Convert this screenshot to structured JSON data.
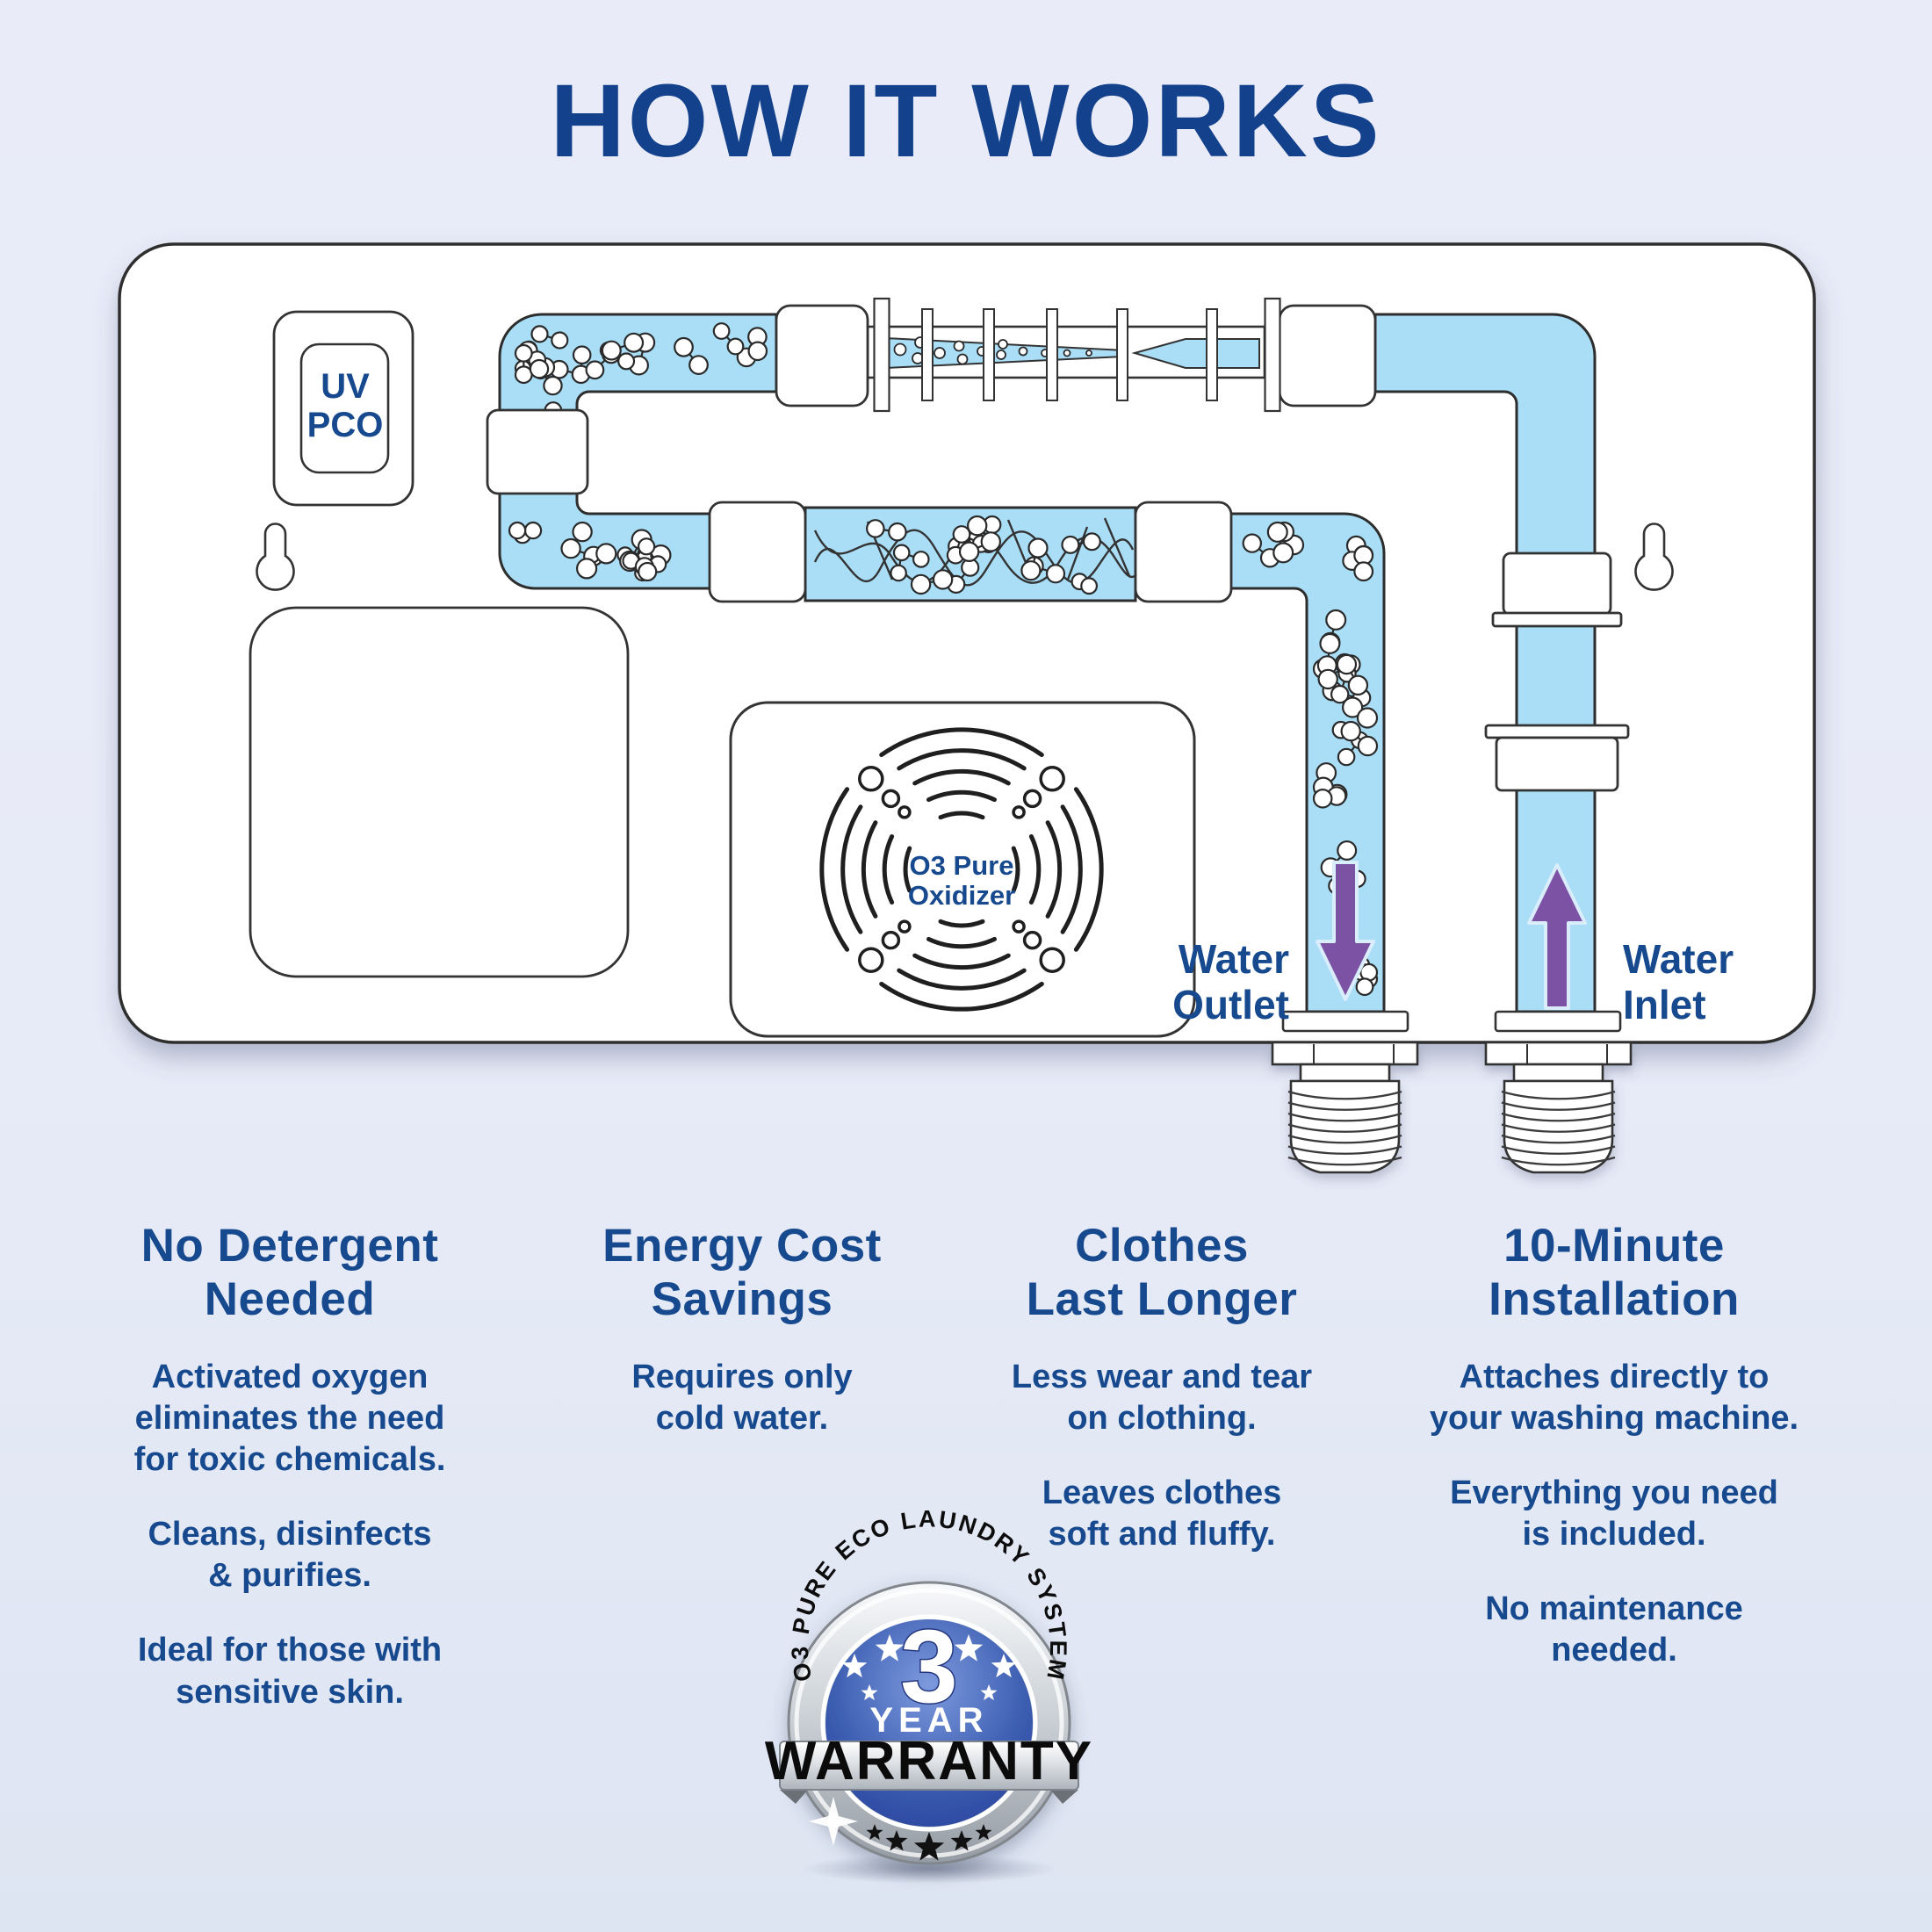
{
  "title": "HOW IT WORKS",
  "colors": {
    "navy": "#17498e",
    "title_navy": "#14418c",
    "pipe_blue": "#a9def6",
    "outline": "#2d2d2d",
    "arrow_purple": "#7b52a4",
    "badge_blue": "#2c46a0",
    "badge_silver": "#c9cdd2",
    "background": "#e8ebf7"
  },
  "diagram": {
    "uv_module": {
      "line1": "UV",
      "line2": "PCO"
    },
    "oxidizer": {
      "line1": "O3 Pure",
      "line2": "Oxidizer"
    },
    "water_outlet": {
      "line1": "Water",
      "line2": "Outlet"
    },
    "water_inlet": {
      "line1": "Water",
      "line2": "Inlet"
    }
  },
  "benefits": [
    {
      "heading": "No Detergent\nNeeded",
      "paragraphs": [
        "Activated oxygen\neliminates the need\nfor toxic chemicals.",
        "Cleans, disinfects\n& purifies.",
        "Ideal for those with\nsensitive skin."
      ]
    },
    {
      "heading": "Energy Cost\nSavings",
      "paragraphs": [
        "Requires only\ncold water."
      ]
    },
    {
      "heading": "Clothes\nLast Longer",
      "paragraphs": [
        "Less wear and tear\non clothing.",
        "Leaves clothes\nsoft and fluffy."
      ]
    },
    {
      "heading": "10-Minute\nInstallation",
      "paragraphs": [
        "Attaches directly to\nyour washing machine.",
        "Everything you need\nis included.",
        "No maintenance\nneeded."
      ]
    }
  ],
  "badge": {
    "arc_text": "O3 PURE ECO LAUNDRY SYSTEM",
    "years_number": "3",
    "year_label": "YEAR",
    "warranty_label": "WARRANTY"
  }
}
